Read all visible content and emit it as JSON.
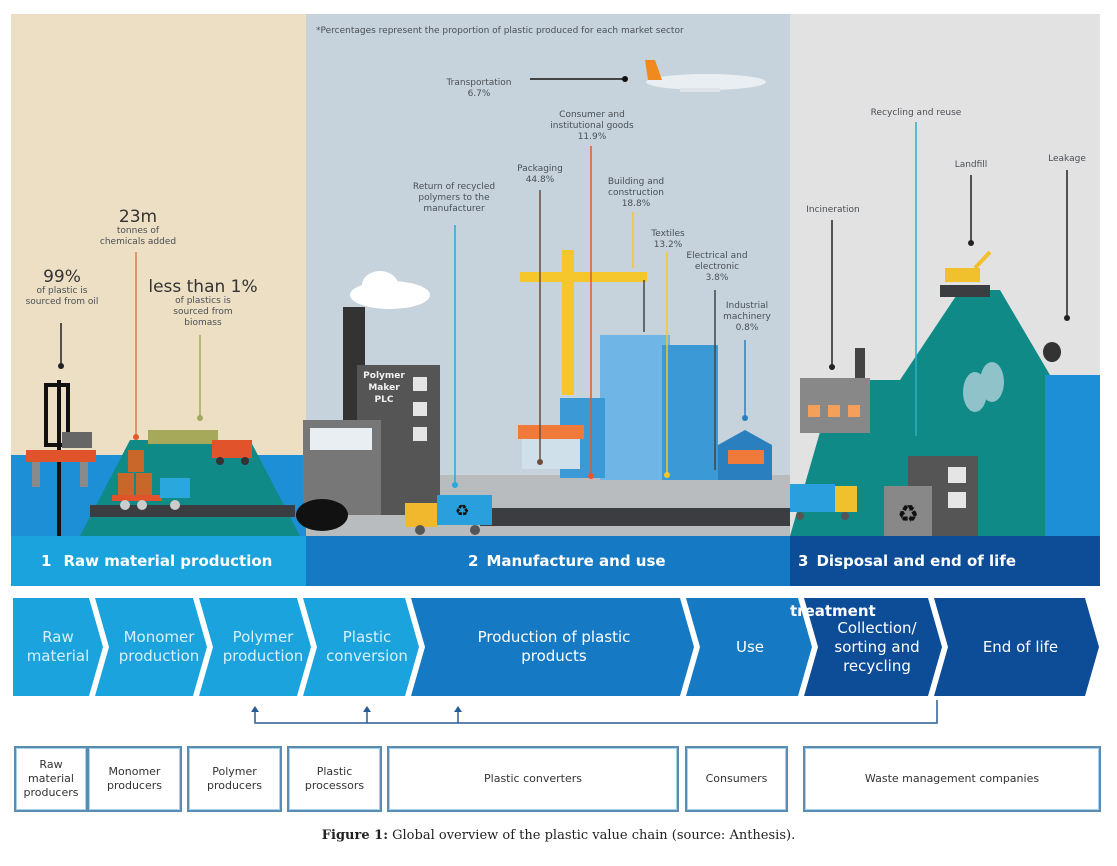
{
  "note": "*Percentages represent the proportion of plastic produced for each market sector",
  "raw_material_callouts": {
    "oil": {
      "value": "99%",
      "text_line1": "of plastic is",
      "text_line2": "sourced from oil"
    },
    "chemicals": {
      "value": "23m",
      "text_line1": "tonnes of",
      "text_line2": "chemicals added"
    },
    "biomass": {
      "value": "less than 1%",
      "text_line1": "of plastics is",
      "text_line2": "sourced from",
      "text_line3": "biomass"
    }
  },
  "factory_sign": {
    "line1": "Polymer",
    "line2": "Maker",
    "line3": "PLC"
  },
  "sectors": [
    {
      "name_line1": "Transportation",
      "name_line2": "",
      "percent": "6.7%"
    },
    {
      "name_line1": "Consumer and",
      "name_line2": "institutional goods",
      "percent": "11.9%"
    },
    {
      "name_line1": "Packaging",
      "name_line2": "",
      "percent": "44.8%"
    },
    {
      "name_line1": "Building and",
      "name_line2": "construction",
      "percent": "18.8%"
    },
    {
      "name_line1": "Textiles",
      "name_line2": "",
      "percent": "13.2%"
    },
    {
      "name_line1": "Electrical and",
      "name_line2": "electronic",
      "percent": "3.8%"
    },
    {
      "name_line1": "Industrial",
      "name_line2": "machinery",
      "percent": "0.8%"
    }
  ],
  "return_label": {
    "line1": "Return of recycled",
    "line2": "polymers to the",
    "line3": "manufacturer"
  },
  "end_of_life_labels": {
    "incineration": "Incineration",
    "recycling": "Recycling and reuse",
    "landfill": "Landfill",
    "leakage": "Leakage"
  },
  "stages": [
    {
      "number": "1",
      "label": "Raw material production",
      "color": "#1aa3dc"
    },
    {
      "number": "2",
      "label": "Manufacture and use",
      "color": "#1679c4"
    },
    {
      "number": "3",
      "label": "Disposal and end of life treatment",
      "color": "#0d4c97"
    }
  ],
  "chain_steps": [
    {
      "line1": "Raw",
      "line2": "material",
      "line3": ""
    },
    {
      "line1": "Monomer",
      "line2": "production",
      "line3": ""
    },
    {
      "line1": "Polymer",
      "line2": "production",
      "line3": ""
    },
    {
      "line1": "Plastic",
      "line2": "conversion",
      "line3": ""
    },
    {
      "line1": "Production of plastic",
      "line2": "products",
      "line3": ""
    },
    {
      "line1": "Use",
      "line2": "",
      "line3": ""
    },
    {
      "line1": "Collection/",
      "line2": "sorting and",
      "line3": "recycling"
    },
    {
      "line1": "End of life",
      "line2": "",
      "line3": ""
    }
  ],
  "actors": [
    {
      "line1": "Raw",
      "line2": "material",
      "line3": "producers"
    },
    {
      "line1": "Monomer",
      "line2": "producers",
      "line3": ""
    },
    {
      "line1": "Polymer",
      "line2": "producers",
      "line3": ""
    },
    {
      "line1": "Plastic",
      "line2": "processors",
      "line3": ""
    },
    {
      "line1": "Plastic converters",
      "line2": "",
      "line3": ""
    },
    {
      "line1": "Consumers",
      "line2": "",
      "line3": ""
    },
    {
      "line1": "Waste management companies",
      "line2": "",
      "line3": ""
    }
  ],
  "caption": {
    "prefix": "Figure 1:",
    "text": " Global overview of the plastic value chain (source: Anthesis)."
  },
  "colors": {
    "light_blue": "#1aa3dc",
    "mid_blue": "#1679c4",
    "dark_blue": "#0d4c97",
    "teal": "#0f8a87",
    "sand": "#ecdfc4",
    "sky": "#c6d3dc",
    "grey": "#e2e2e2"
  }
}
